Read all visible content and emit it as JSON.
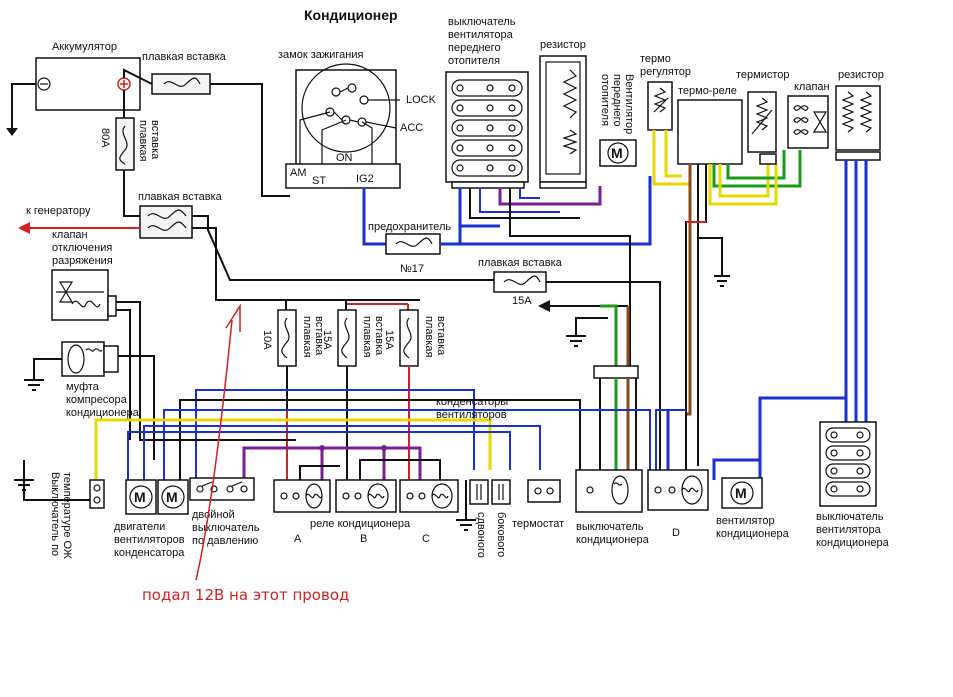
{
  "title": "Кондиционер",
  "labels": {
    "battery": "Аккумулятор",
    "fuse_main": "плавкая вставка",
    "fuse_80a_amp": "80А",
    "fuse_80a_word1": "плавкая",
    "fuse_80a_word2": "вставка",
    "fuse_gen": "плавкая вставка",
    "to_generator": "к генератору",
    "ignition": "замок зажигания",
    "ign_lock": "LOCK",
    "ign_acc": "ACC",
    "ign_on": "ON",
    "ign_am": "AM",
    "ign_st": "ST",
    "ign_ig2": "IG2",
    "front_fan_switch_1": "выключатель",
    "front_fan_switch_2": "вентилятора",
    "front_fan_switch_3": "переднего",
    "front_fan_switch_4": "отопителя",
    "resistor_1": "резистор",
    "heater_fan_v1": "Вентилятор",
    "heater_fan_v2": "переднего",
    "heater_fan_v3": "отопителя",
    "thermo_reg_1": "термо",
    "thermo_reg_2": "регулятор",
    "thermo_relay": "термо-реле",
    "thermistor": "термистор",
    "valve": "клапан",
    "resistor_2": "резистор",
    "fuse_17_name": "предохранитель",
    "fuse_17_num": "№17",
    "fuse_15a_top": "плавкая вставка",
    "fuse_15a_amp": "15А",
    "vac_valve_1": "клапан",
    "vac_valve_2": "отключения",
    "vac_valve_3": "разряжения",
    "fuse_10a_amp": "10А",
    "fuse_15a_b_amp": "15А",
    "fuse_15a_c_amp": "15А",
    "fuse_v_word1": "плавкая",
    "fuse_v_word2": "вставка",
    "clutch_1": "муфта",
    "clutch_2": "компресора",
    "clutch_3": "кондиционера",
    "cond_fans_1": "конденсаторы",
    "cond_fans_2": "вентиляторов",
    "temp_switch_v1": "Выключатель по",
    "temp_switch_v2": "температуре ОЖ",
    "cond_motors_1": "двигатели",
    "cond_motors_2": "вентиляторов",
    "cond_motors_3": "конденсатора",
    "pressure_sw_1": "двойной",
    "pressure_sw_2": "выключатель",
    "pressure_sw_3": "по давлению",
    "relay_ac": "реле кондиционера",
    "relay_a": "A",
    "relay_b": "B",
    "relay_c": "C",
    "side_v1": "сдвоного",
    "side_v2": "бокового",
    "thermostat": "термостат",
    "ac_switch_1": "выключатель",
    "ac_switch_2": "кондиционера",
    "relay_d": "D",
    "ac_fan_1": "вентилятор",
    "ac_fan_2": "кондиционера",
    "rear_fan_sw_1": "выключатель",
    "rear_fan_sw_2": "вентилятора",
    "rear_fan_sw_3": "кондиционера",
    "motor_m": "M",
    "annotation": "подал 12В на этот провод"
  },
  "colors": {
    "wire_black": "#111111",
    "wire_blue": "#1a2fd6",
    "wire_red": "#d42020",
    "wire_purple": "#7a1f8f",
    "wire_green": "#1a9b1a",
    "wire_yellow": "#e6d800",
    "wire_brown": "#8b4a1a",
    "annotation": "#d42020"
  }
}
